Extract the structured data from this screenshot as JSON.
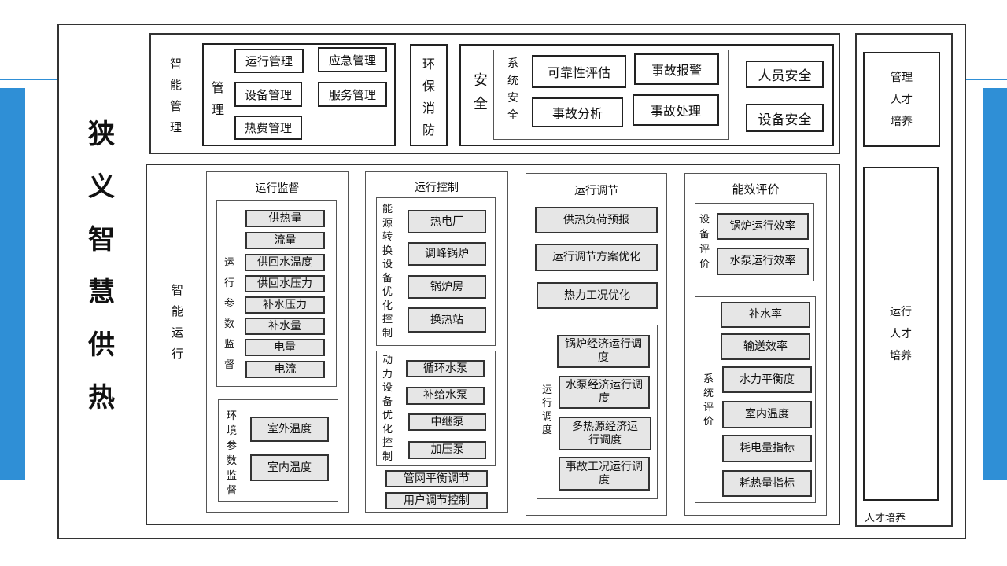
{
  "title": "狭义智慧供热",
  "mgmt": {
    "label": "智能管理",
    "sub_label": "管理",
    "items": [
      "运行管理",
      "应急管理",
      "设备管理",
      "服务管理",
      "热费管理"
    ],
    "env": "环保消防",
    "safety": "安全",
    "sys_safety": "系统安全",
    "sys_items": [
      "可靠性评估",
      "事故报警",
      "事故分析",
      "事故处理"
    ],
    "person": "人员安全",
    "device": "设备安全"
  },
  "ops": {
    "label": "智能运行",
    "monitor": {
      "title": "运行监督",
      "param_label": "运行参数监督",
      "params": [
        "供热量",
        "流量",
        "供回水温度",
        "供回水压力",
        "补水压力",
        "补水量",
        "电量",
        "电流"
      ],
      "env_label": "环境参数监督",
      "env": [
        "室外温度",
        "室内温度"
      ]
    },
    "control": {
      "title": "运行控制",
      "energy_label": "能源转换设备优化控制",
      "energy": [
        "热电厂",
        "调峰锅炉",
        "锅炉房",
        "换热站"
      ],
      "power_label": "动力设备优化控制",
      "power": [
        "循环水泵",
        "补给水泵",
        "中继泵",
        "加压泵"
      ],
      "extra": [
        "管网平衡调节",
        "用户调节控制"
      ]
    },
    "adjust": {
      "title": "运行调节",
      "items": [
        "供热负荷预报",
        "运行调节方案优化",
        "热力工况优化"
      ],
      "dispatch_label": "运行调度",
      "dispatch": [
        "锅炉经济运行调度",
        "水泵经济运行调度",
        "多热源经济运行调度",
        "事故工况运行调度"
      ]
    },
    "eval": {
      "title": "能效评价",
      "device_label": "设备评价",
      "device": [
        "锅炉运行效率",
        "水泵运行效率"
      ],
      "system_label": "系统评价",
      "system": [
        "补水率",
        "输送效率",
        "水力平衡度",
        "室内温度",
        "耗电量指标",
        "耗热量指标"
      ]
    }
  },
  "talent": {
    "mgmt": "管理人才培养",
    "ops": "运行人才培养",
    "label": "人才培养"
  }
}
